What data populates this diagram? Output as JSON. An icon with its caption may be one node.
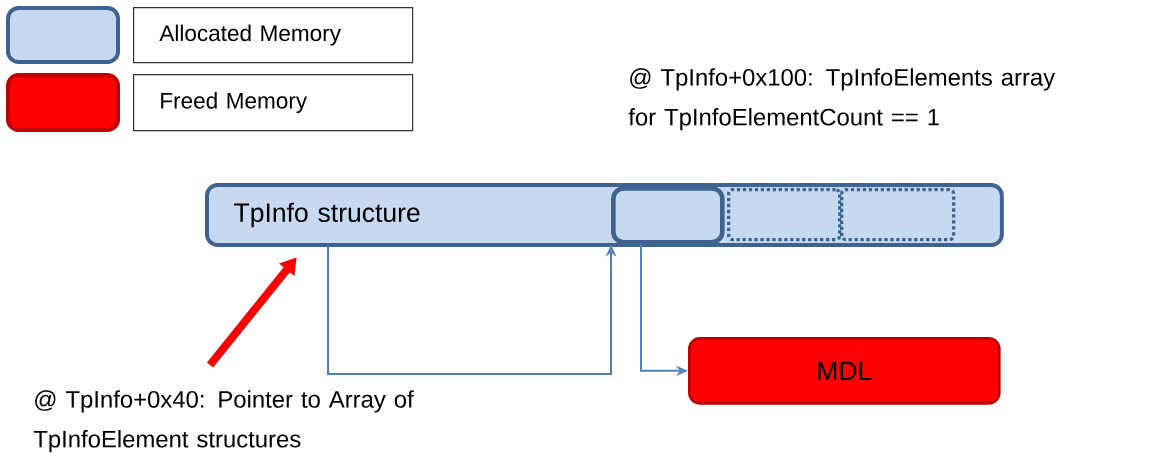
{
  "diagram": {
    "nodes": [
      {
        "text": [
          "TpInfo structure"
        ]
      },
      {
        "text": [],
        "shape": "box",
        "in": 0
      },
      {
        "text": [],
        "shape": "box",
        "in": 0
      },
      {
        "text": [],
        "shape": "box",
        "in": 0
      },
      {
        "text": [
          "MDL"
        ]
      }
    ],
    "edges": [
      {
        "from": 0,
        "to": 1,
        "arrow": "to"
      },
      {
        "from": 1,
        "to": 4,
        "arrow": "to"
      },
      {
        "from": null,
        "to": 0,
        "arrow": "to",
        "style": "thick",
        "color": "#ff0000"
      }
    ],
    "labels": [
      "@ TpInfo+0x100: TpInfoElements array for TpInfoElementCount == 1",
      "@ TpInfo+0x40: Pointer to Array of TpInfoElement structures"
    ],
    "legend": [
      {
        "text": "Allocated Memory",
        "color": "#c6d9f1"
      },
      {
        "text": "Freed Memory",
        "color": "#ff0000"
      }
    ]
  }
}
